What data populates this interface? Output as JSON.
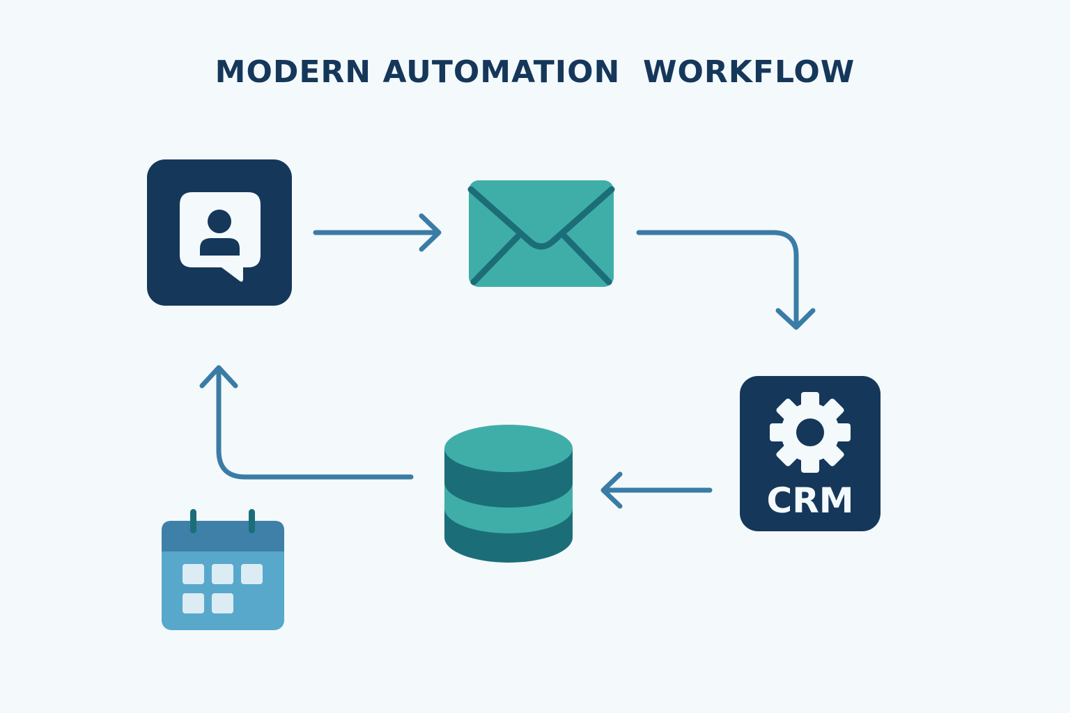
{
  "title": "MODERN AUTOMATION  WORKFLOW",
  "colors": {
    "background": "#f4f9fc",
    "navy": "#15375a",
    "teal": "#3faea8",
    "teal_dark": "#1b6e78",
    "arrow": "#3a7ca5",
    "calendar_header": "#3f80a8",
    "calendar_body": "#58a8cc",
    "calendar_cell": "#dcecf4"
  },
  "nodes": [
    {
      "id": "contact",
      "icon": "user-chat-icon",
      "label": ""
    },
    {
      "id": "email",
      "icon": "envelope-icon",
      "label": ""
    },
    {
      "id": "crm",
      "icon": "gear-icon",
      "label": "CRM"
    },
    {
      "id": "database",
      "icon": "database-icon",
      "label": ""
    },
    {
      "id": "calendar",
      "icon": "calendar-icon",
      "label": ""
    }
  ],
  "edges": [
    {
      "from": "contact",
      "to": "email"
    },
    {
      "from": "email",
      "to": "crm"
    },
    {
      "from": "crm",
      "to": "database"
    },
    {
      "from": "database",
      "to": "contact"
    }
  ]
}
